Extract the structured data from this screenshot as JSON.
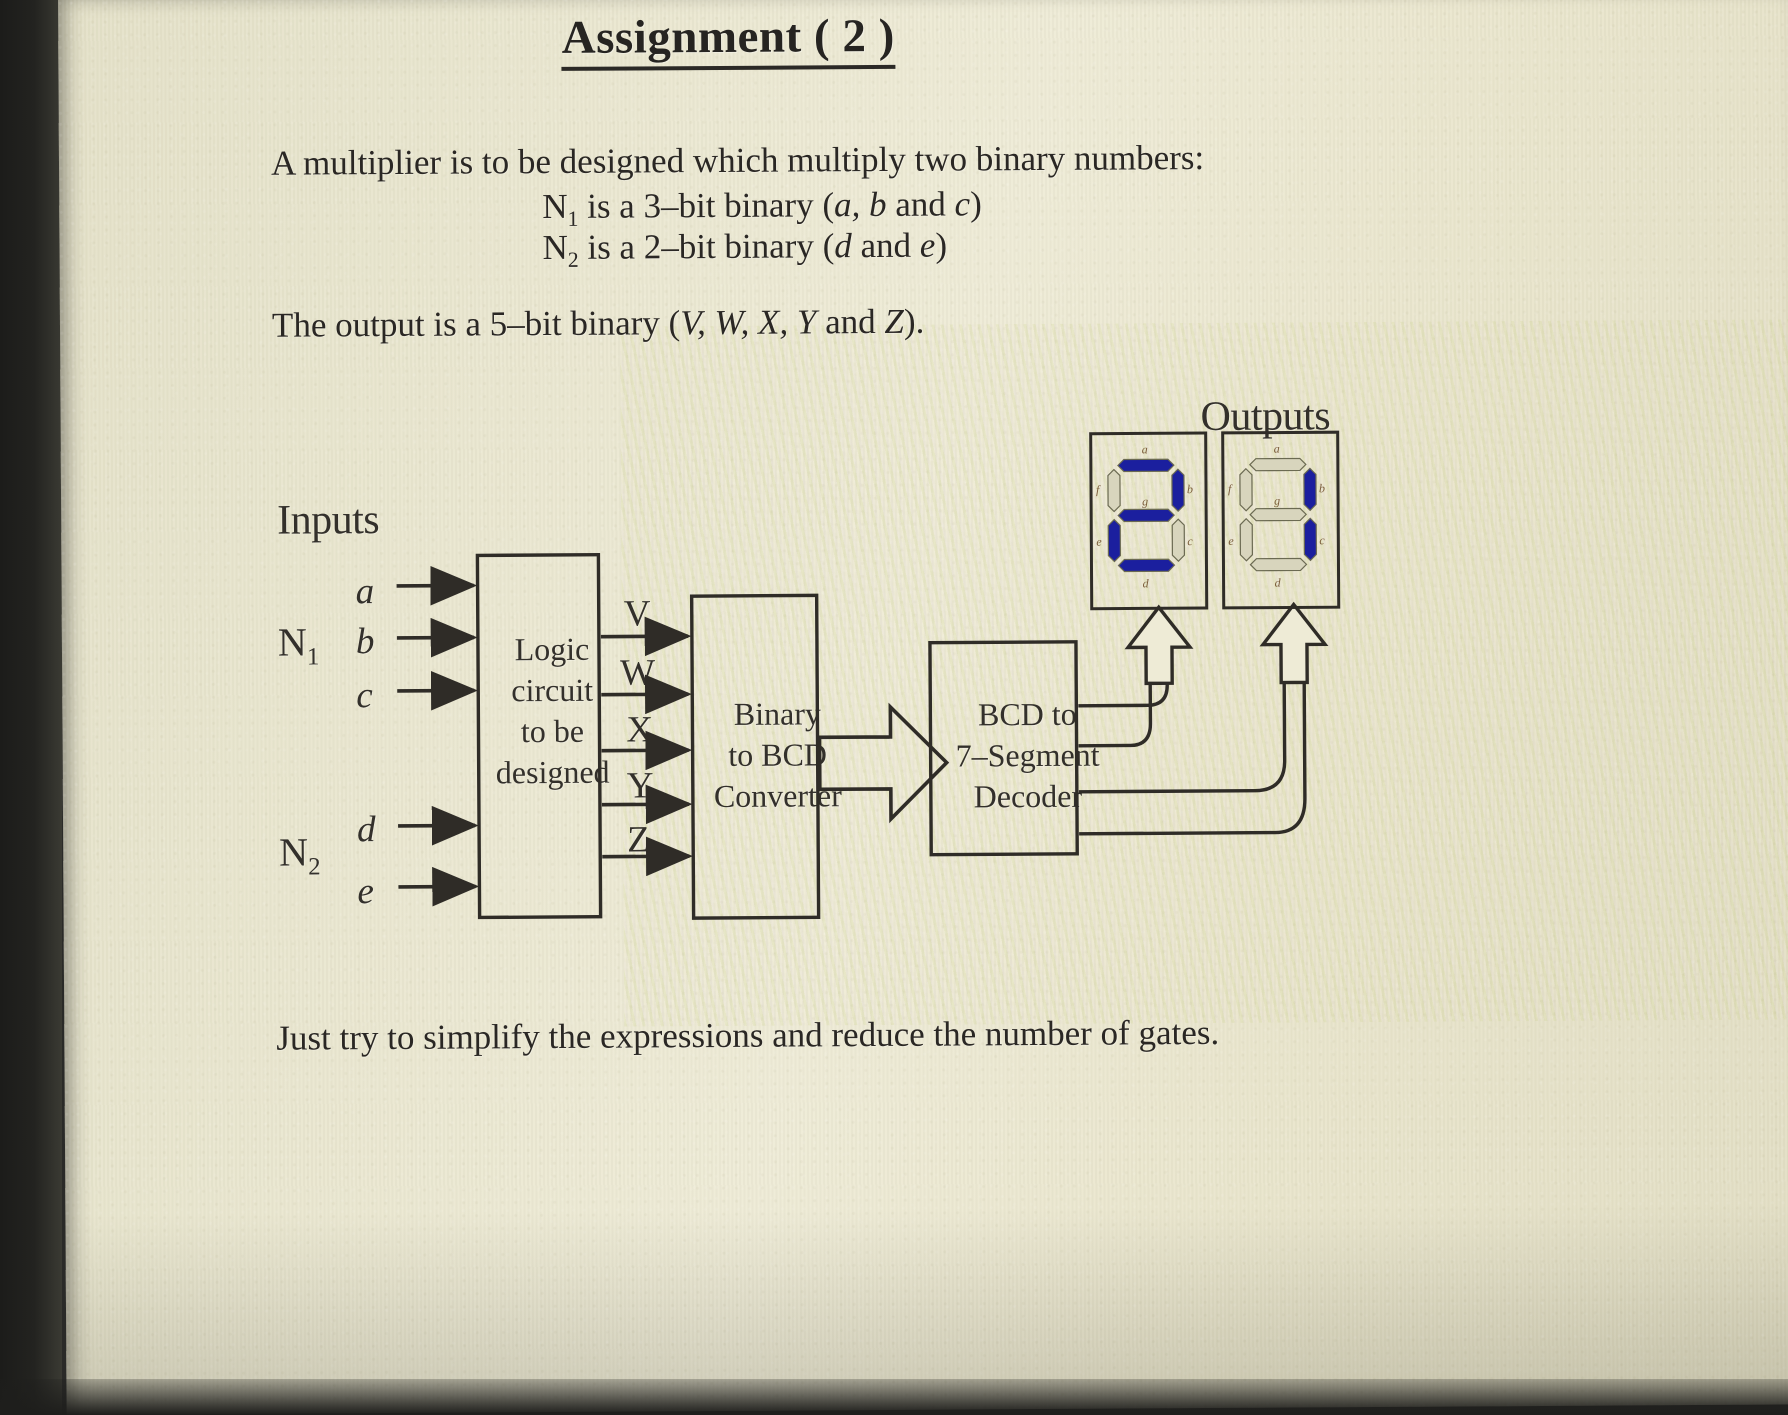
{
  "document": {
    "title": "Assignment   ( 2 )",
    "paragraphs": {
      "intro": "A multiplier is to be designed which multiply two binary numbers:",
      "n1_spec_pre": "N",
      "n1_sub": "1",
      "n1_spec_post": " is a 3–bit binary (",
      "n1_vars": "a, b",
      "n1_and": " and ",
      "n1_last": "c",
      "n1_close": ")",
      "n2_spec_pre": "N",
      "n2_sub": "2",
      "n2_spec_post": " is a 2–bit binary (",
      "n2_var1": "d",
      "n2_and": " and ",
      "n2_var2": "e",
      "n2_close": ")",
      "output_pre": "The output is a 5–bit binary (",
      "output_vars": "V, W, X, Y",
      "output_and": " and ",
      "output_last": "Z",
      "output_close": ").",
      "footer": "Just try to simplify the expressions and reduce the number of gates."
    }
  },
  "diagram": {
    "inputs_heading": "Inputs",
    "outputs_heading": "Outputs",
    "input_groups": [
      {
        "name": "N",
        "subscript": "1",
        "signals": [
          "a",
          "b",
          "c"
        ]
      },
      {
        "name": "N",
        "subscript": "2",
        "signals": [
          "d",
          "e"
        ]
      }
    ],
    "blocks": [
      {
        "id": "logic-circuit",
        "lines": [
          "Logic",
          "circuit",
          "to be",
          "designed"
        ]
      },
      {
        "id": "binary-to-bcd",
        "lines": [
          "Binary",
          "to BCD",
          "Converter"
        ]
      },
      {
        "id": "bcd-to-7seg",
        "lines": [
          "BCD to",
          "7–Segment",
          "Decoder"
        ]
      }
    ],
    "bus_signals": [
      "V",
      "W",
      "X",
      "Y",
      "Z"
    ],
    "seven_segment": {
      "count": 2,
      "segment_labels": [
        "a",
        "b",
        "c",
        "d",
        "e",
        "f",
        "g"
      ],
      "lit_segments": [
        "a",
        "b",
        "e",
        "f",
        "g",
        "d"
      ],
      "segment_on_color": "#1b1f9e",
      "segment_off_color": "#d8d5bd"
    }
  },
  "colors": {
    "paper": "#e9e6cf",
    "ink": "#2a2724",
    "line": "#2f2c27",
    "photo_edge": "#1c1c1a"
  }
}
